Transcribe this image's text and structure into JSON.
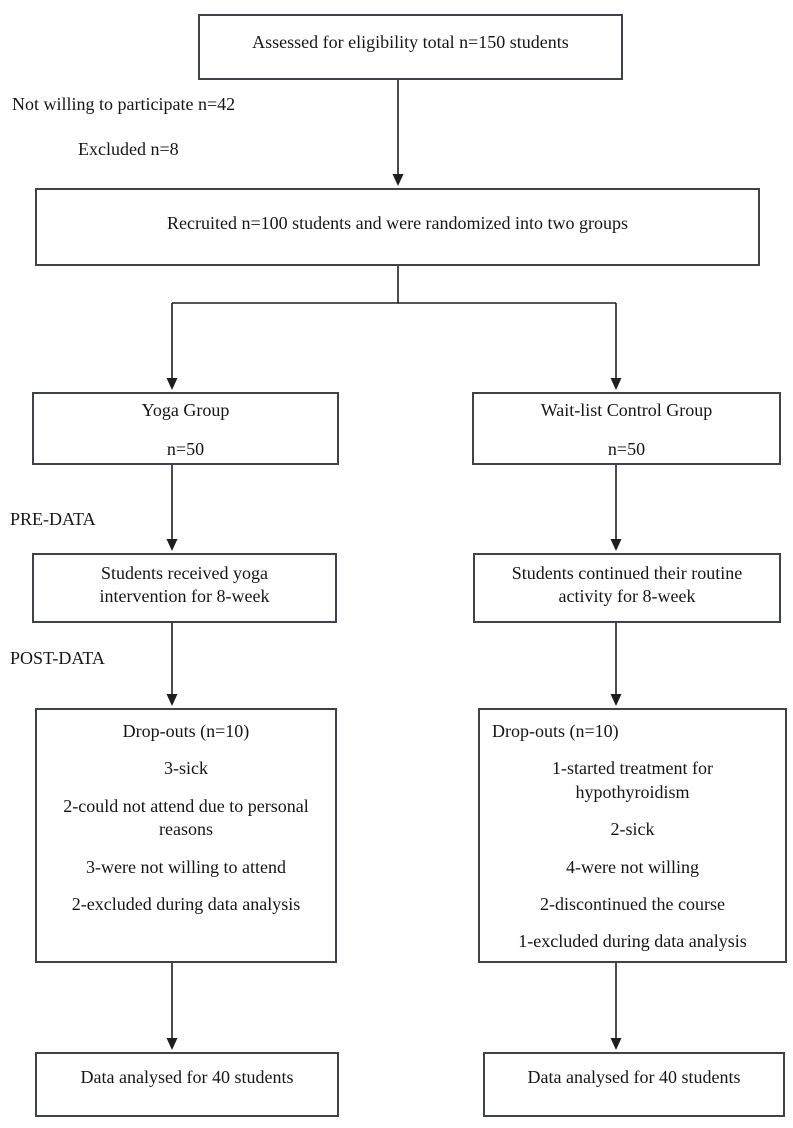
{
  "diagram": {
    "type": "consort-flowchart",
    "colors": {
      "background": "#ffffff",
      "box_border": "#3d4347",
      "connector_line": "#1f1f1f",
      "text": "#151515"
    },
    "boxes": {
      "assessed": {
        "text": "Assessed for eligibility total n=150 students"
      },
      "recruited": {
        "text": "Recruited n=100 students and were randomized into two groups"
      },
      "yoga_group": {
        "line1": "Yoga Group",
        "line2": "n=50"
      },
      "control_group": {
        "line1": "Wait-list Control Group",
        "line2": "n=50"
      },
      "yoga_intervention": {
        "text": "Students received yoga intervention for 8-week"
      },
      "control_intervention": {
        "text": "Students continued their routine activity for 8-week"
      },
      "yoga_dropouts": {
        "heading": "Drop-outs (n=10)",
        "items": [
          "3-sick",
          "2-could not attend due to personal reasons",
          "3-were not willing to attend",
          "2-excluded during data analysis"
        ]
      },
      "control_dropouts": {
        "heading": "Drop-outs (n=10)",
        "items": [
          "1-started treatment for hypothyroidism",
          "2-sick",
          "4-were not willing",
          "2-discontinued the course",
          "1-excluded during data analysis"
        ]
      },
      "yoga_analysed": {
        "text": "Data analysed for 40 students"
      },
      "control_analysed": {
        "text": "Data analysed for 40 students"
      }
    },
    "labels": {
      "not_willing": "Not willing to participate n=42",
      "excluded": "Excluded n=8",
      "pre_data": "PRE-DATA",
      "post_data": "POST-DATA"
    }
  }
}
